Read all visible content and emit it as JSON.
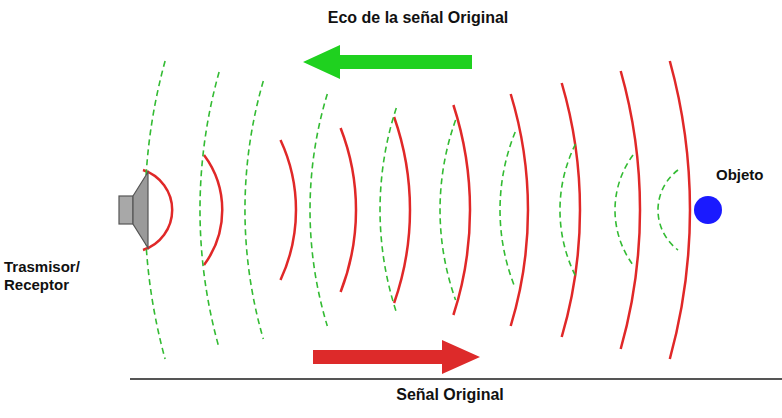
{
  "diagram": {
    "labels": [
      "Eco de la señal Original",
      "Objeto",
      "Trasmisor/ Receptor",
      "Señal Original"
    ]
  }
}
